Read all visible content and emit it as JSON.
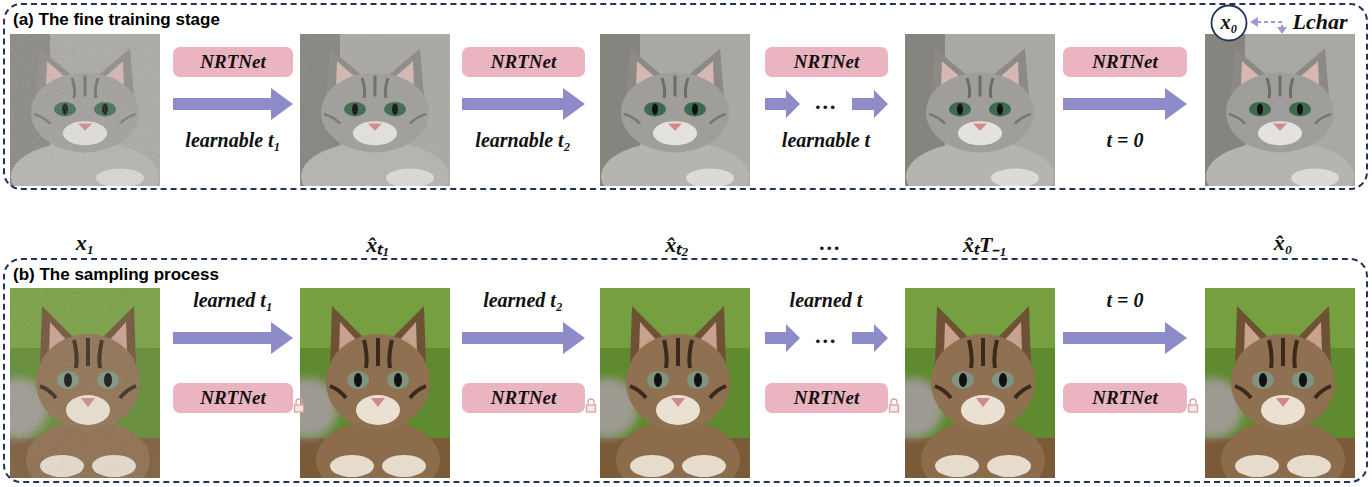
{
  "diagram": {
    "nodes": [
      {
        "text": [
          "(a) The fine training stage"
        ]
      },
      {
        "text": [
          "NRTNet"
        ],
        "in": 0
      },
      {
        "text": [
          "NRTNet"
        ],
        "in": 0
      },
      {
        "text": [
          "NRTNet"
        ],
        "in": 0
      },
      {
        "text": [
          "NRTNet"
        ],
        "in": 0
      },
      {
        "text": [
          "x₀"
        ],
        "in": 0
      },
      {
        "text": [
          "(b) The sampling process"
        ]
      },
      {
        "text": [
          "NRTNet"
        ],
        "in": 6
      },
      {
        "text": [
          "NRTNet"
        ],
        "in": 6
      },
      {
        "text": [
          "NRTNet"
        ],
        "in": 6
      },
      {
        "text": [
          "NRTNet"
        ],
        "in": 6
      }
    ],
    "labels": [
      "learnable t₁",
      "learnable t₂",
      "…",
      "learnable t",
      "t = 0",
      "Lchar",
      "x₁",
      "x̂ₜ₁",
      "x̂ₜ₂",
      "…",
      "x̂ₜT₋₁",
      "x̂₀",
      "learned t₁",
      "learned t₂",
      "…",
      "learned t",
      "t = 0"
    ]
  }
}
